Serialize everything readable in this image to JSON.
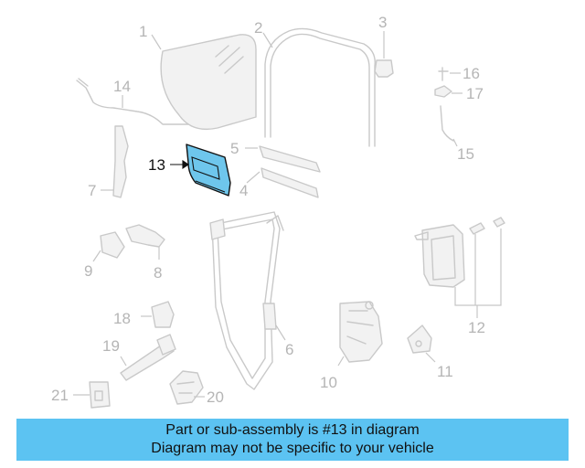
{
  "diagram": {
    "highlight_part": "13",
    "highlight_color": "#6ec6ec",
    "callouts": [
      "1",
      "2",
      "3",
      "4",
      "5",
      "6",
      "7",
      "8",
      "9",
      "10",
      "11",
      "12",
      "13",
      "14",
      "15",
      "16",
      "17",
      "18",
      "19",
      "20",
      "21"
    ]
  },
  "banner": {
    "line1": "Part or sub-assembly is #13 in diagram",
    "line2": "Diagram may not be specific to your vehicle",
    "background": "#5cc3f2"
  }
}
